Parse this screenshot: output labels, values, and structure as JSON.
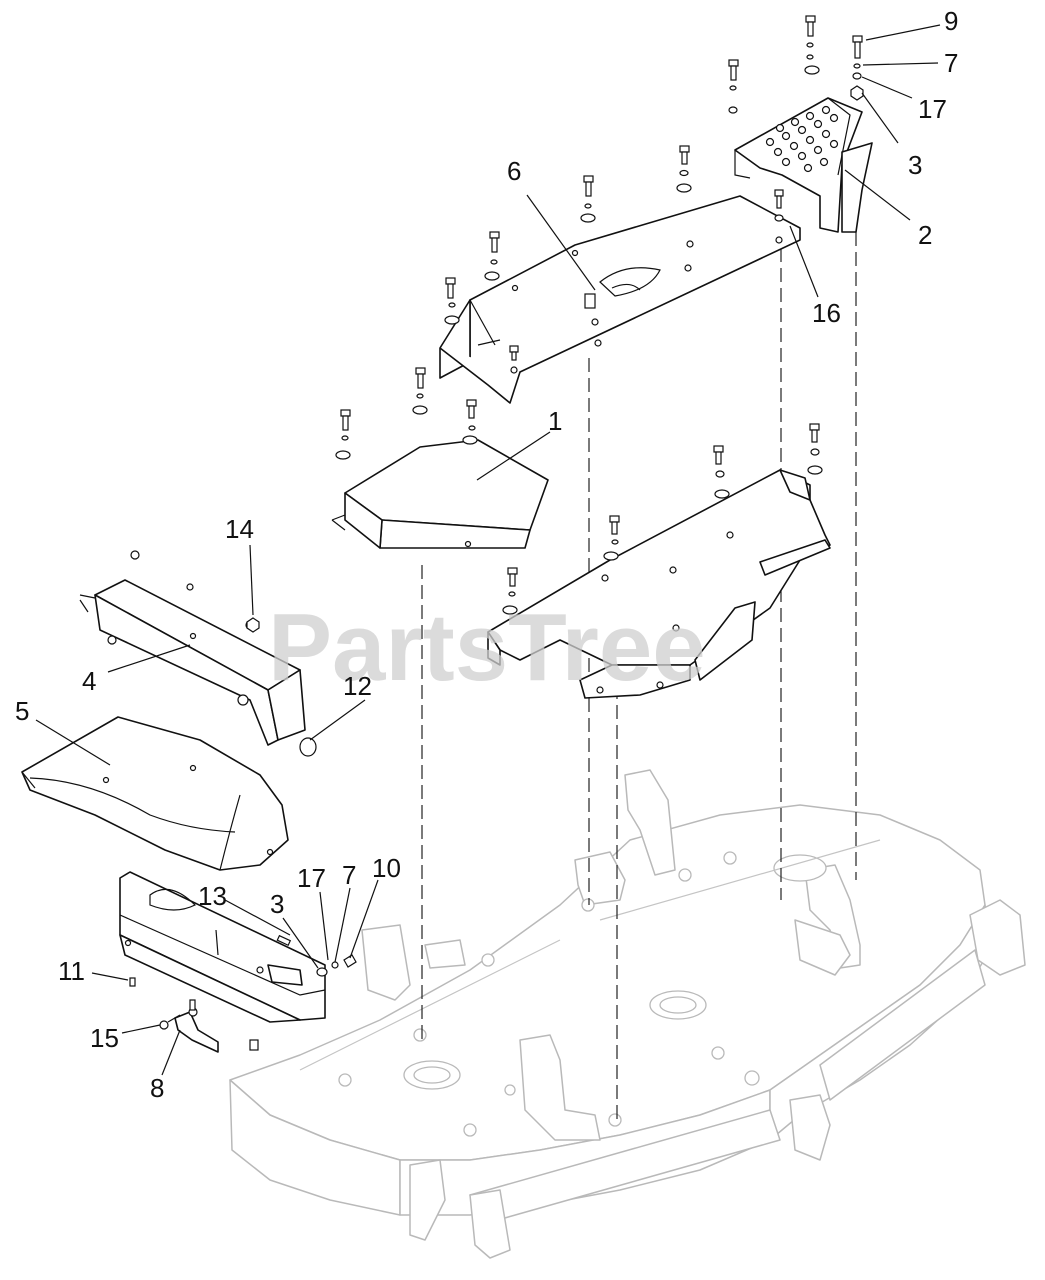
{
  "diagram": {
    "watermark": "PartsTree",
    "callouts": [
      "9",
      "7",
      "17",
      "3",
      "2",
      "6",
      "16",
      "1",
      "14",
      "4",
      "12",
      "5",
      "13",
      "17",
      "3",
      "7",
      "10",
      "11",
      "15",
      "8"
    ]
  }
}
